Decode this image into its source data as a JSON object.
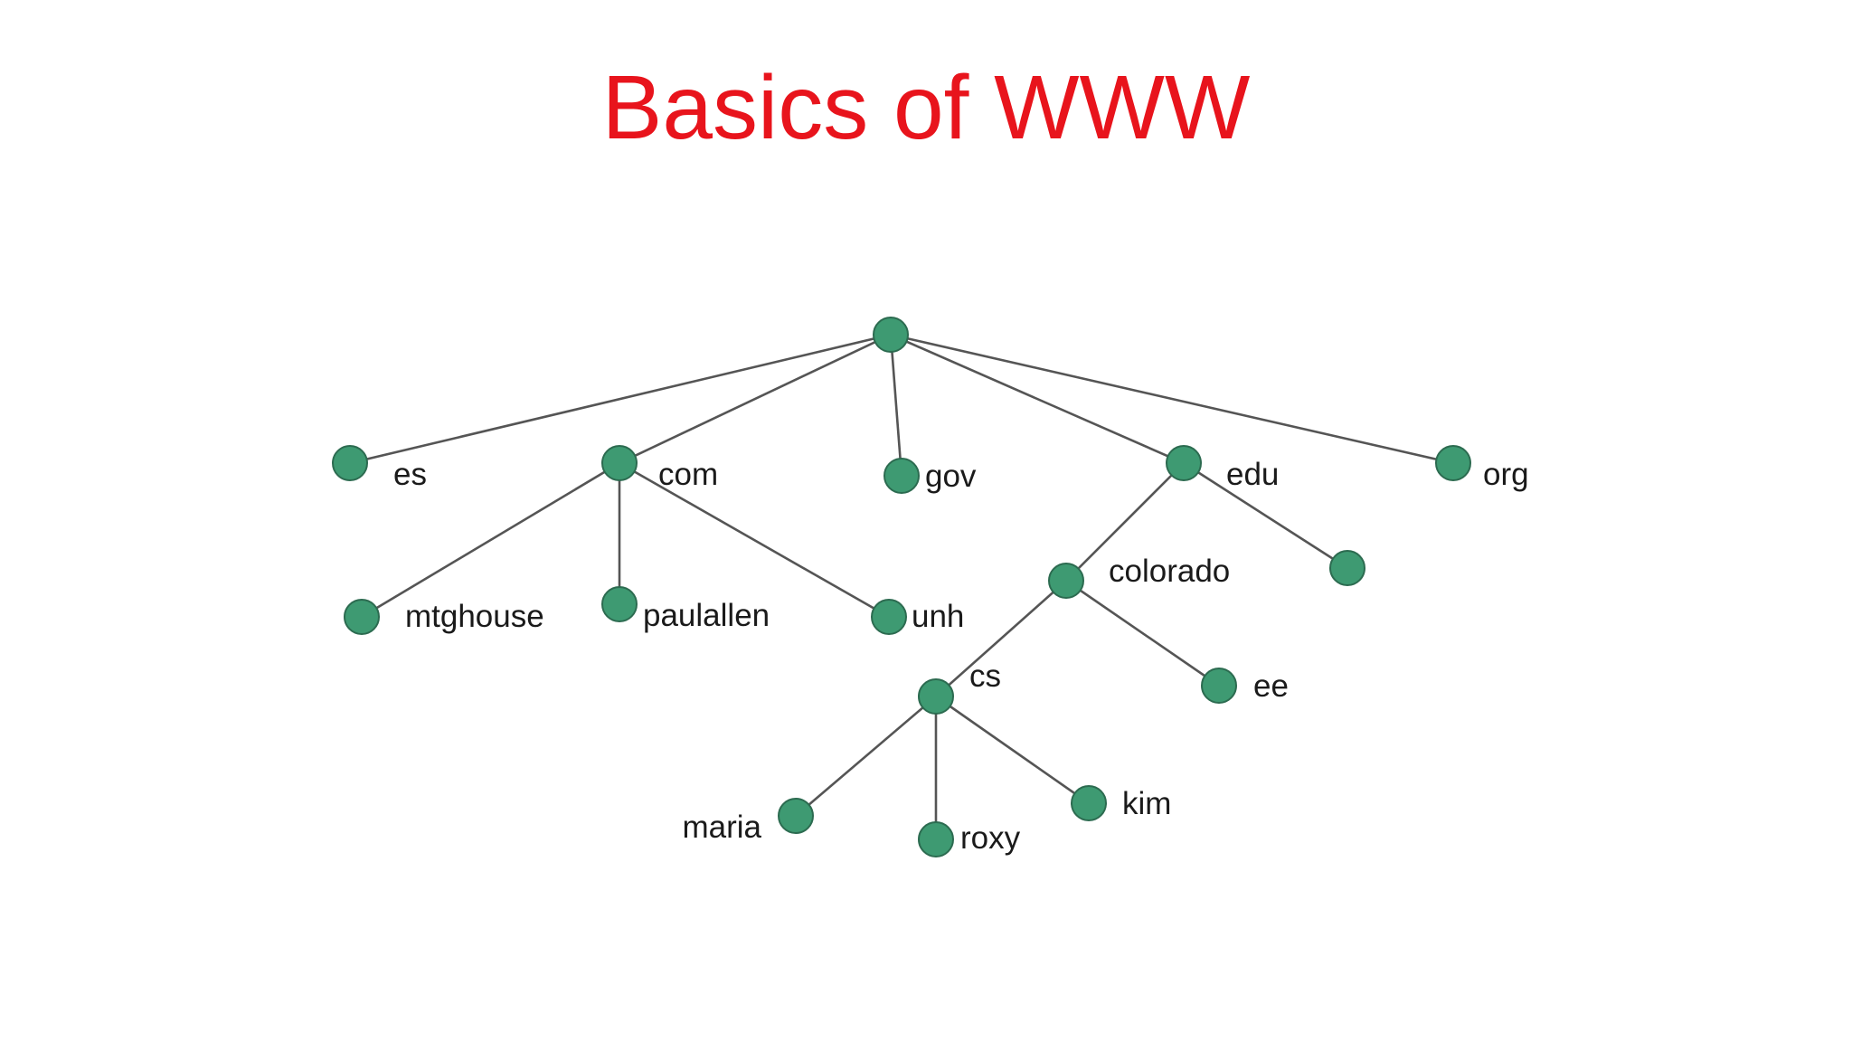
{
  "slide": {
    "title": "Basics of WWW"
  },
  "colors": {
    "title": "#e8141c",
    "node_fill": "#3e9a72",
    "node_stroke": "#2c6b50",
    "edge": "#555555",
    "label": "#1a1a1a"
  },
  "tree": {
    "nodes": [
      {
        "id": "root",
        "label": ""
      },
      {
        "id": "es",
        "label": "es"
      },
      {
        "id": "com",
        "label": "com"
      },
      {
        "id": "gov",
        "label": "gov"
      },
      {
        "id": "edu",
        "label": "edu"
      },
      {
        "id": "org",
        "label": "org"
      },
      {
        "id": "mtghouse",
        "label": "mtghouse"
      },
      {
        "id": "paulallen",
        "label": "paulallen"
      },
      {
        "id": "unh",
        "label": "unh"
      },
      {
        "id": "colorado",
        "label": "colorado"
      },
      {
        "id": "edu-unnamed",
        "label": ""
      },
      {
        "id": "cs",
        "label": "cs"
      },
      {
        "id": "ee",
        "label": "ee"
      },
      {
        "id": "maria",
        "label": "maria"
      },
      {
        "id": "roxy",
        "label": "roxy"
      },
      {
        "id": "kim",
        "label": "kim"
      }
    ],
    "edges": [
      [
        "root",
        "es"
      ],
      [
        "root",
        "com"
      ],
      [
        "root",
        "gov"
      ],
      [
        "root",
        "edu"
      ],
      [
        "root",
        "org"
      ],
      [
        "com",
        "mtghouse"
      ],
      [
        "com",
        "paulallen"
      ],
      [
        "com",
        "unh"
      ],
      [
        "edu",
        "colorado"
      ],
      [
        "edu",
        "edu-unnamed"
      ],
      [
        "colorado",
        "cs"
      ],
      [
        "colorado",
        "ee"
      ],
      [
        "cs",
        "maria"
      ],
      [
        "cs",
        "roxy"
      ],
      [
        "cs",
        "kim"
      ]
    ]
  }
}
